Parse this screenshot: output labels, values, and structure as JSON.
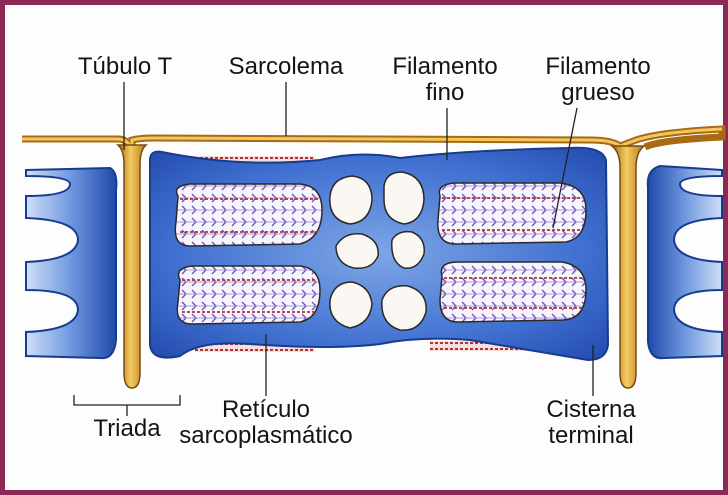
{
  "labels": {
    "tubulo_t": "Túbulo T",
    "sarcolema": "Sarcolema",
    "filamento_fino_1": "Filamento",
    "filamento_fino_2": "fino",
    "filamento_grueso_1": "Filamento",
    "filamento_grueso_2": "grueso",
    "triada": "Triada",
    "reticulo_1": "Retículo",
    "reticulo_2": "sarcoplasmático",
    "cisterna_1": "Cisterna",
    "cisterna_2": "terminal"
  },
  "colors": {
    "frame_border": "#8a2a55",
    "reticulum_blue": "#2d5bc0",
    "reticulum_light": "#cfe0f5",
    "t_tubule_orange": "#d9962a",
    "filament_red": "#b3312e",
    "filament_purple": "#7a5fc0"
  }
}
